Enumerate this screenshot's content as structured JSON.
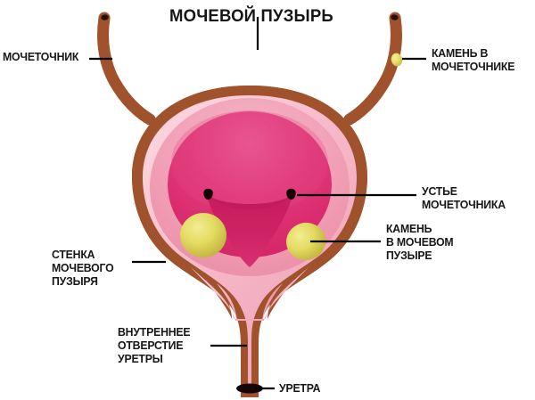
{
  "diagram": {
    "title": "МОЧЕВОЙ ПУЗЫРЬ",
    "subject": "urinary-bladder-anatomy",
    "background_color": "#ffffff",
    "labels": {
      "ureter": "МОЧЕТОЧНИК",
      "ureter_stone": "КАМЕНЬ В\nМОЧЕТОЧНИКЕ",
      "ureteral_orifice": "УСТЬЕ\nМОЧЕТОЧНИКА",
      "bladder_stone": "КАМЕНЬ\nВ МОЧЕВОМ\nПУЗЫРЕ",
      "bladder_wall": "СТЕНКА\nМОЧЕВОГО\nПУЗЫРЯ",
      "internal_urethral_orifice": "ВНУТРЕННЕЕ\nОТВЕРСТИЕ\nУРЕТРЫ",
      "urethra": "УРЕТРА"
    },
    "colors": {
      "wall_brown": "#A0522D",
      "wall_brown_dark": "#8C4522",
      "muscle_pink": "#F4A9BC",
      "muscle_pink_light": "#F9C6D2",
      "mucosa_pink": "#F08FAA",
      "lumen_crimson": "#DE2E73",
      "trigone_crimson": "#C9205E",
      "stone_yellow": "#E8E05C",
      "stone_yellow_dark": "#BFB13A",
      "orifice_black": "#140608",
      "label_text": "#161616",
      "leader_line": "#000000"
    },
    "structures": {
      "left_ureter": "brown tube curving up and left from bladder shoulder",
      "right_ureter": "brown tube curving up and right from bladder shoulder, containing one stone",
      "bladder_body": "rounded sac with brown wall and layered pink interior",
      "trigone": "crimson triangular region between the two ureteral orifices and the internal urethral orifice",
      "urethra": "narrow funnel-shaped neck descending from bladder base with black distal opening"
    },
    "stones": {
      "ureter_stone_count": 1,
      "bladder_stone_count": 2
    }
  }
}
